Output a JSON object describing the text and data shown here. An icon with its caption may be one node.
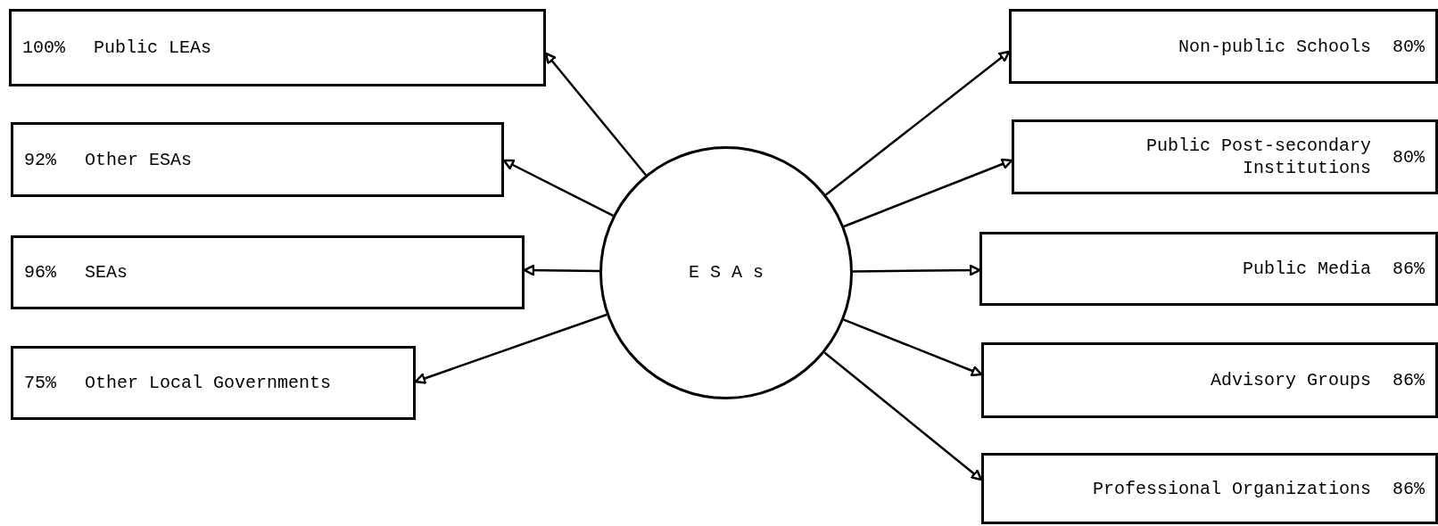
{
  "diagram": {
    "nodes": [
      {
        "text": [
          "ESAs"
        ]
      },
      {
        "text": [
          "100%",
          "Public LEAs"
        ]
      },
      {
        "text": [
          "92%",
          "Other ESAs"
        ]
      },
      {
        "text": [
          "96%",
          "SEAs"
        ]
      },
      {
        "text": [
          "75%",
          "Other Local Governments"
        ]
      },
      {
        "text": [
          "Non-public Schools",
          "80%"
        ]
      },
      {
        "text": [
          "Public Post-secondary Institutions",
          "80%"
        ]
      },
      {
        "text": [
          "Public Media",
          "86%"
        ]
      },
      {
        "text": [
          "Advisory Groups",
          "86%"
        ]
      },
      {
        "text": [
          "Professional Organizations",
          "86%"
        ]
      }
    ],
    "edges": [
      {
        "from": 0,
        "to": 1,
        "arrow": "to"
      },
      {
        "from": 0,
        "to": 2,
        "arrow": "to"
      },
      {
        "from": 0,
        "to": 3,
        "arrow": "to"
      },
      {
        "from": 0,
        "to": 4,
        "arrow": "to"
      },
      {
        "from": 0,
        "to": 5,
        "arrow": "to"
      },
      {
        "from": 0,
        "to": 6,
        "arrow": "to"
      },
      {
        "from": 0,
        "to": 7,
        "arrow": "to"
      },
      {
        "from": 0,
        "to": 8,
        "arrow": "to"
      },
      {
        "from": 0,
        "to": 9,
        "arrow": "to"
      }
    ]
  }
}
